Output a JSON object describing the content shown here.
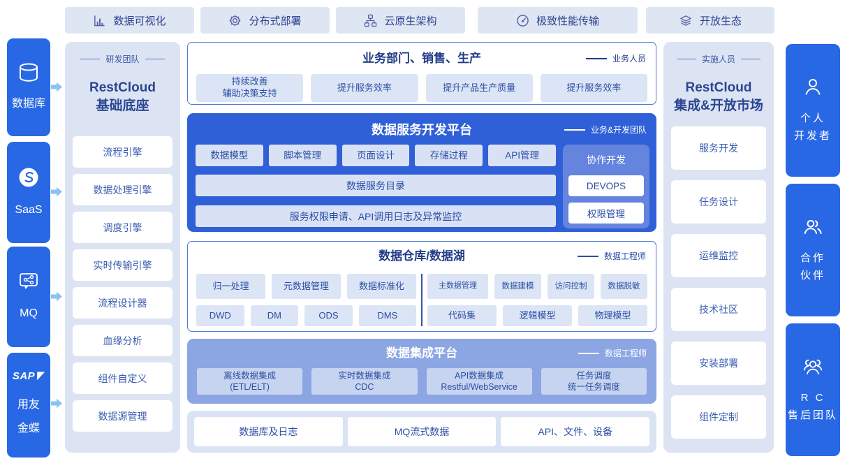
{
  "colors": {
    "primary_blue": "#2968E4",
    "platform_blue": "#3060D8",
    "collab_blue": "#6484DE",
    "integration_blue": "#8CA6E3",
    "panel_bg": "#DCE4F4",
    "chip_bg": "#DCE5F5",
    "tab_bg": "#DFE6F3",
    "border_blue": "#4D79D8",
    "arrow_blue": "#8CC2F3",
    "title_navy": "#223C86",
    "chip_text_blue": "#2B4EA5"
  },
  "top_tabs": [
    {
      "label": "数据可视化",
      "icon": "bar-chart-icon"
    },
    {
      "label": "分布式部署",
      "icon": "gear-icon"
    },
    {
      "label": "云原生架构",
      "icon": "sitemap-icon"
    },
    {
      "label": "极致性能传输",
      "icon": "gauge-icon"
    },
    {
      "label": "开放生态",
      "icon": "layers-icon"
    }
  ],
  "left_rail": [
    {
      "label": "数据库",
      "icon": "database-icon"
    },
    {
      "label": "SaaS",
      "icon": "saas-icon"
    },
    {
      "label": "MQ",
      "icon": "mq-icon"
    },
    {
      "label": "用友\n金蝶",
      "icon": "sap-logo-icon"
    }
  ],
  "left_panel": {
    "team": "研发团队",
    "title": "RestCloud\n基础底座",
    "items": [
      "流程引擎",
      "数据处理引擎",
      "调度引擎",
      "实时传输引擎",
      "流程设计器",
      "血缘分析",
      "组件自定义",
      "数据源管理"
    ]
  },
  "business": {
    "title": "业务部门、销售、生产",
    "tag": "业务人员",
    "items": [
      "持续改善\n辅助决策支持",
      "提升服务效率",
      "提升产品生产质量",
      "提升服务效率"
    ]
  },
  "dev_platform": {
    "title": "数据服务开发平台",
    "tag": "业务&开发团队",
    "row1": [
      "数据模型",
      "脚本管理",
      "页面设计",
      "存储过程",
      "API管理"
    ],
    "catalog": "数据服务目录",
    "monitor": "服务权限申请、API调用日志及异常监控",
    "collab": {
      "title": "协作开发",
      "items": [
        "DEVOPS",
        "权限管理"
      ]
    }
  },
  "warehouse": {
    "title": "数据仓库/数据湖",
    "tag": "数据工程师",
    "left_row1": [
      "归一处理",
      "元数据管理",
      "数据标准化"
    ],
    "left_row2": [
      "DWD",
      "DM",
      "ODS",
      "DMS"
    ],
    "right_row1": [
      "主数据管理",
      "数据建模",
      "访问控制",
      "数据脱敏"
    ],
    "right_row2": [
      "代码集",
      "逻辑模型",
      "物理模型"
    ]
  },
  "integration": {
    "title": "数据集成平台",
    "tag": "数据工程师",
    "items": [
      "离线数据集成\n(ETL/ELT)",
      "实时数据集成\nCDC",
      "API数据集成\nRestful/WebService",
      "任务调度\n统一任务调度"
    ]
  },
  "sources": {
    "items": [
      "数据库及日志",
      "MQ流式数据",
      "API、文件、设备"
    ]
  },
  "right_panel": {
    "team": "实施人员",
    "title": "RestCloud\n集成&开放市场",
    "items": [
      "服务开发",
      "任务设计",
      "运维监控",
      "技术社区",
      "安装部署",
      "组件定制"
    ]
  },
  "right_rail": [
    {
      "label": "个人\n开发者",
      "icon": "person-icon"
    },
    {
      "label": "合作\n伙伴",
      "icon": "partners-icon"
    },
    {
      "label": "R C\n售后团队",
      "icon": "team-icon"
    }
  ]
}
